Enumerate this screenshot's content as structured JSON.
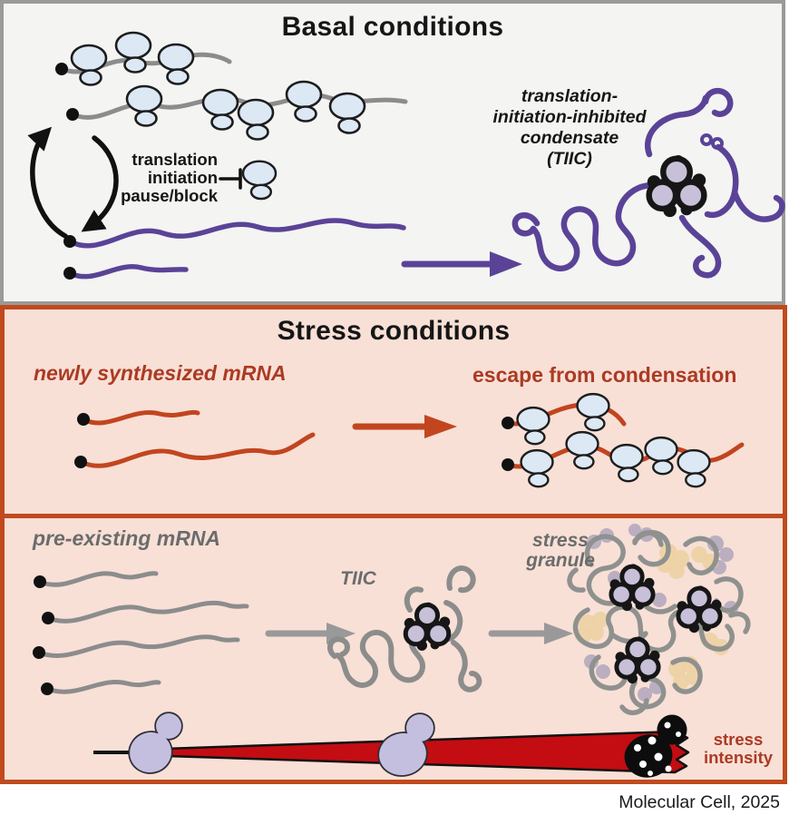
{
  "figure": {
    "credit": "Molecular Cell, 2025"
  },
  "basal": {
    "title": "Basal conditions",
    "pause_label": {
      "line1": "translation",
      "line2": "initiation",
      "line3": "pause/block"
    },
    "tiic_label": {
      "line1": "translation-",
      "line2": "initiation-inhibited",
      "line3": "condensate",
      "line4": "(TIIC)"
    }
  },
  "stress": {
    "title": "Stress conditions",
    "newly_synthesized_label": "newly synthesized mRNA",
    "escape_label": "escape from condensation",
    "preexisting_label": "pre-existing mRNA",
    "tiic_label": "TIIC",
    "granule_label": {
      "line1": "stress",
      "line2": "granule"
    },
    "intensity_label": {
      "line1": "stress",
      "line2": "intensity"
    }
  },
  "colors": {
    "basal-bg": "#f4f4f3",
    "basal-border": "#9a9a9a",
    "stress-bg": "#f8e0d6",
    "stress-border": "#c04a1d",
    "purple": "#5a4397",
    "gray-strand": "#8c8c8c",
    "red-strand": "#c2451f",
    "red-text": "#ac3a24",
    "wedge-red": "#c30d12",
    "gray-text": "#6b6c6c",
    "ribosome-blue": "#dce8f4",
    "lavender": "#c7c0d8",
    "tan": "#edd2a5",
    "muted-purple": "#b4a9bf",
    "yeast-lavender": "#c5bfdf",
    "ink": "#161616"
  }
}
